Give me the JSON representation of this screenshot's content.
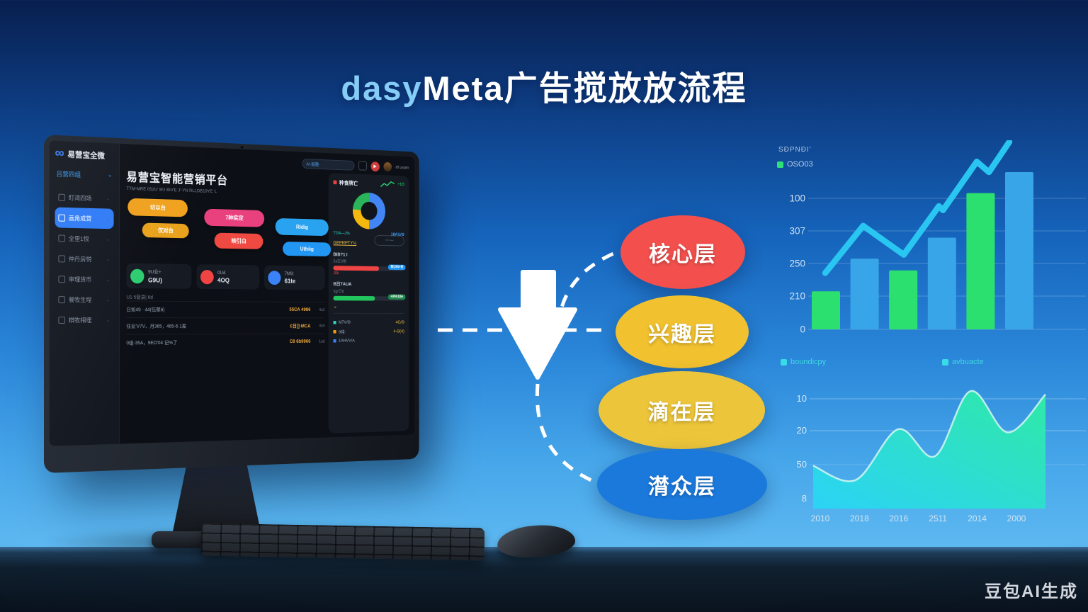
{
  "title": {
    "accent": "dasy",
    "main": "Meta广告搅放放流程"
  },
  "watermark": "豆包AI生成",
  "dashboard": {
    "logo": "易营宝全微",
    "nav_link": "吕营四组",
    "sidebar_items": [
      {
        "label": "盯湾四场"
      },
      {
        "label": "画角成营"
      },
      {
        "label": "全里1悦"
      },
      {
        "label": "仲丹房悦"
      },
      {
        "label": "审理货币"
      },
      {
        "label": "餐牧生埕"
      },
      {
        "label": "棋牧相埋"
      }
    ],
    "topbar": {
      "search": "AI·船勘",
      "username": "rfl usam"
    },
    "heading": "易营宝智能营销平台",
    "subheading": "TTM-MRE 052U' BU BIV'E J'-YN RLLDB19YE 'L",
    "pills": [
      {
        "label": "切以台",
        "color": "#f0a11e"
      },
      {
        "label": "7种实定",
        "color": "#e8417e"
      },
      {
        "label": "Ridig",
        "color": "#29a3f0"
      },
      {
        "label": "仅对台",
        "color": "#e8a21c"
      },
      {
        "label": "映引白",
        "color": "#ef4a42"
      },
      {
        "label": "Uthiig",
        "color": "#2196f3"
      }
    ],
    "stats": [
      {
        "title": "9U业+",
        "value": "G9U)",
        "color": "#2ecc71"
      },
      {
        "title": "0U£",
        "value": "4OQ",
        "color": "#ef4444"
      },
      {
        "title": "7M9:",
        "value": "61te",
        "color": "#3b82f6"
      }
    ],
    "list_header": "U1 5营录| 6d",
    "rows": [
      {
        "text": "日如49 · 44(伍聚6)",
        "value": "55CA 4986",
        "extra": "4u2"
      },
      {
        "text": "任业'V7V、月365，465-6 1差",
        "value": "£日]]·MCA",
        "extra": "4u4"
      },
      {
        "text": "0组-35A，9EO'04 记%了",
        "value": "C8 6b9966",
        "extra": "1u6"
      }
    ],
    "panel": {
      "title": "种食牌亡",
      "spark_value": "+1Θ",
      "donut": [
        {
          "color": "#4286f5",
          "from": 0,
          "to": 50
        },
        {
          "color": "#f5b80e",
          "from": 50,
          "to": 76
        },
        {
          "color": "#2bb55a",
          "from": 76,
          "to": 100
        }
      ],
      "donut_caption_left": "TG4—J%",
      "donut_caption_right": "18AU/Θ",
      "link": "GEPRPTY¼",
      "button_label": "— —",
      "progress": [
        {
          "label": "BIB?1 I",
          "sub": "5a在3他",
          "color": "#ef4444",
          "pct": 64,
          "badge": "BU/4+B",
          "badge_color": "#2196f3",
          "note": "J8k"
        },
        {
          "label": "B日7AUA",
          "sub": "5gr日8",
          "color": "#22c55e",
          "pct": 58,
          "badge": "+8%16e",
          "badge_color": "#1d8a4a",
          "note": ""
        }
      ],
      "legend": [
        {
          "label": "M7V/Θ",
          "value": "4C/Θ",
          "color": "#2dd4bf"
        },
        {
          "label": "9排:",
          "value": "4-Θ(4)",
          "color": "#f59e0b"
        },
        {
          "label": "1AHVV/A",
          "value": "",
          "color": "#3b82f6"
        }
      ]
    }
  },
  "funnel": [
    {
      "label": "核心层",
      "color": "#f3504d"
    },
    {
      "label": "兴趣层",
      "color": "#f1c12f"
    },
    {
      "label": "滴在层",
      "color": "#ecc53a"
    },
    {
      "label": "潸众层",
      "color": "#1b79dc"
    }
  ],
  "chart_data": [
    {
      "type": "bar",
      "title": "SĐPNĐI'",
      "legend": [
        "OSO03"
      ],
      "legend_swatch": "#2ee07a",
      "y_ticks": [
        "100",
        "307",
        "250",
        "210",
        "0"
      ],
      "categories": [
        "",
        "",
        "",
        "",
        "",
        ""
      ],
      "values": [
        29,
        54,
        45,
        70,
        104,
        120
      ],
      "bar_colors": [
        "#2be06f",
        "#38a5e8",
        "#2be06f",
        "#38a5e8",
        "#2be06f",
        "#38a5e8"
      ],
      "line_overlay": {
        "color": "#2ac6f2",
        "x_frac": [
          0.05,
          0.19,
          0.34,
          0.47,
          0.485,
          0.61,
          0.655,
          0.73
        ],
        "values": [
          43,
          79,
          57,
          94,
          91,
          128,
          120,
          143
        ]
      },
      "ylim": [
        0,
        145
      ],
      "grid": true,
      "legend_position": "top-left"
    },
    {
      "type": "area",
      "legend": [
        "boundicpy",
        "avbuacte"
      ],
      "legend_swatch": "#38dce6",
      "y_ticks": [
        "10",
        "20",
        "50",
        "8"
      ],
      "x_ticks": [
        "2010",
        "2018",
        "2016",
        "2511",
        "2014",
        "2000"
      ],
      "x_frac": [
        0,
        0.183,
        0.366,
        0.524,
        0.677,
        0.838,
        1
      ],
      "values": [
        27,
        18,
        50,
        33,
        74,
        48,
        72
      ],
      "ylim": [
        0,
        100
      ],
      "fill": [
        "#2cd3f6",
        "#2fe9a6"
      ],
      "grid": true,
      "legend_position": "top"
    }
  ]
}
